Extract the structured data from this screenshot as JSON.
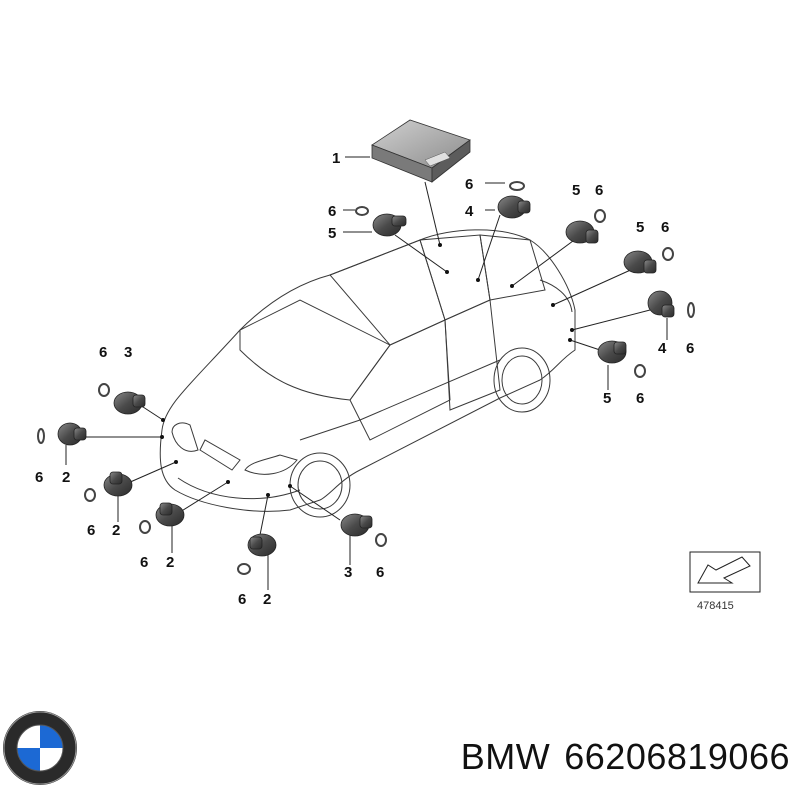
{
  "diagram": {
    "reference_number": "478415",
    "callouts": [
      {
        "id": "c1",
        "label": "1"
      },
      {
        "id": "c6a",
        "label": "6"
      },
      {
        "id": "c4a",
        "label": "4"
      },
      {
        "id": "c6b",
        "label": "6"
      },
      {
        "id": "c5b",
        "label": "5"
      },
      {
        "id": "c5c",
        "label": "5"
      },
      {
        "id": "c6c",
        "label": "6"
      },
      {
        "id": "c5d",
        "label": "5"
      },
      {
        "id": "c6d",
        "label": "6"
      },
      {
        "id": "c4e",
        "label": "4"
      },
      {
        "id": "c6e",
        "label": "6"
      },
      {
        "id": "c5f",
        "label": "5"
      },
      {
        "id": "c6f",
        "label": "6"
      },
      {
        "id": "c6g",
        "label": "6"
      },
      {
        "id": "c3g",
        "label": "3"
      },
      {
        "id": "c6h",
        "label": "6"
      },
      {
        "id": "c2h",
        "label": "2"
      },
      {
        "id": "c6i",
        "label": "6"
      },
      {
        "id": "c2i",
        "label": "2"
      },
      {
        "id": "c6j",
        "label": "6"
      },
      {
        "id": "c2j",
        "label": "2"
      },
      {
        "id": "c6k",
        "label": "6"
      },
      {
        "id": "c2k",
        "label": "2"
      },
      {
        "id": "c3l",
        "label": "3"
      },
      {
        "id": "c6l",
        "label": "6"
      }
    ]
  },
  "footer": {
    "brand": "BMW",
    "part_number": "66206819066"
  }
}
